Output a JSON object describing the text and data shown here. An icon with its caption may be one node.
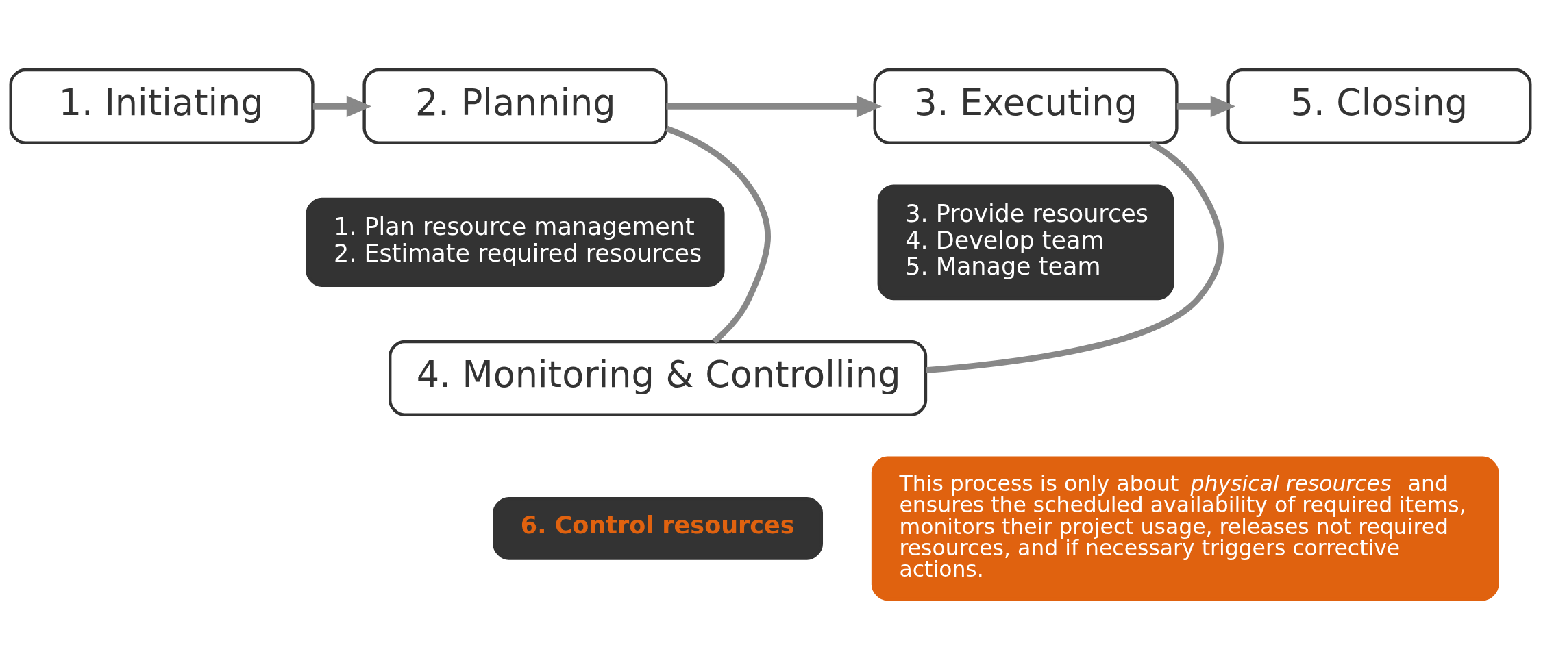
{
  "diagram": {
    "nodes": [
      {
        "text": [
          "1. Initiating"
        ]
      },
      {
        "text": [
          "2. Planning"
        ]
      },
      {
        "text": [
          "3. Executing"
        ]
      },
      {
        "text": [
          "5. Closing"
        ]
      },
      {
        "text": [
          "1. Plan resource management",
          "2. Estimate required resources"
        ]
      },
      {
        "text": [
          "3. Provide resources",
          "4. Develop team",
          "5. Manage team"
        ]
      },
      {
        "text": [
          "4. Monitoring & Controlling"
        ]
      },
      {
        "text": [
          "6. Control resources"
        ]
      },
      {
        "text": [
          "This process is only about *physical resources* and ensures the scheduled availability of required items, monitors their project usage, releases not required resources, and if necessary triggers corrective actions."
        ]
      }
    ],
    "edges": [
      {
        "from": 0,
        "to": 1,
        "arrow": "to"
      },
      {
        "from": 1,
        "to": 2,
        "arrow": "to"
      },
      {
        "from": 2,
        "to": 3,
        "arrow": "to"
      },
      {
        "from": 2,
        "to": 6,
        "arrow": "none"
      },
      {
        "from": 6,
        "to": 1,
        "arrow": "none"
      }
    ]
  }
}
